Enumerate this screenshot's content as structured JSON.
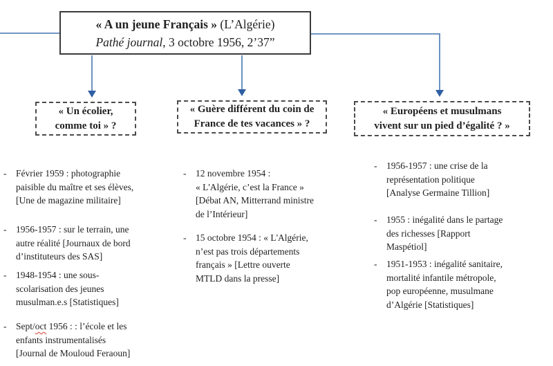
{
  "colors": {
    "connector": "#5b87b8",
    "arrowhead": "#2e5fa3",
    "solid-border": "#3a3a3a",
    "dashed-border": "#4a4a4a",
    "text": "#1f1f1f",
    "spellcheck": "#d43a2f"
  },
  "list_marker": "-",
  "title_box": {
    "line1_bold": "« A un jeune Français »",
    "line1_rest": " (L’Algérie)",
    "line2_italic": "Pathé journal",
    "line2_rest": ", 3 octobre 1956, 2’37”"
  },
  "branches": [
    {
      "header_lines": [
        "« Un écolier,",
        "comme toi » ?"
      ],
      "items": [
        {
          "lines": [
            "Février 1959 : photographie",
            "paisible du maître et ses élèves,",
            "[Une de magazine militaire]"
          ]
        },
        {
          "lines": [
            "1956-1957 : sur le terrain, une",
            "autre réalité [Journaux de bord",
            "d’instituteurs des SAS]"
          ]
        },
        {
          "lines": [
            "1948-1954 : une sous-",
            "scolarisation des jeunes",
            "musulman.e.s [Statistiques]"
          ]
        },
        {
          "line1_pre": "Sept/",
          "line1_misspelled": "oct",
          "line1_post": " 1956 :  : l’école et les",
          "lines": [
            "enfants instrumentalisés",
            "[Journal de Mouloud Feraoun]"
          ]
        }
      ]
    },
    {
      "header_lines": [
        "« Guère différent du coin de",
        "France de tes vacances » ?"
      ],
      "items": [
        {
          "lines": [
            "12 novembre 1954 :",
            "« L'Algérie, c’est la France »",
            "[Débat AN, Mitterrand ministre",
            "de l’Intérieur]"
          ]
        },
        {
          "lines": [
            "15 octobre 1954 : « L'Algérie,",
            "n’est pas trois départements",
            "français » [Lettre ouverte",
            "MTLD dans la presse]"
          ]
        }
      ]
    },
    {
      "header_lines": [
        "« Européens et musulmans",
        "vivent sur un pied d’égalité ? »"
      ],
      "items": [
        {
          "lines": [
            "1956-1957 : une crise de la",
            "représentation politique",
            "[Analyse Germaine Tillion]"
          ]
        },
        {
          "lines": [
            "1955 : inégalité dans le partage",
            "des richesses [Rapport",
            "Maspétiol]"
          ]
        },
        {
          "lines": [
            "1951-1953 : inégalité sanitaire,",
            "mortalité infantile métropole,",
            "pop européenne, musulmane",
            "d’Algérie [Statistiques]"
          ]
        }
      ]
    }
  ]
}
